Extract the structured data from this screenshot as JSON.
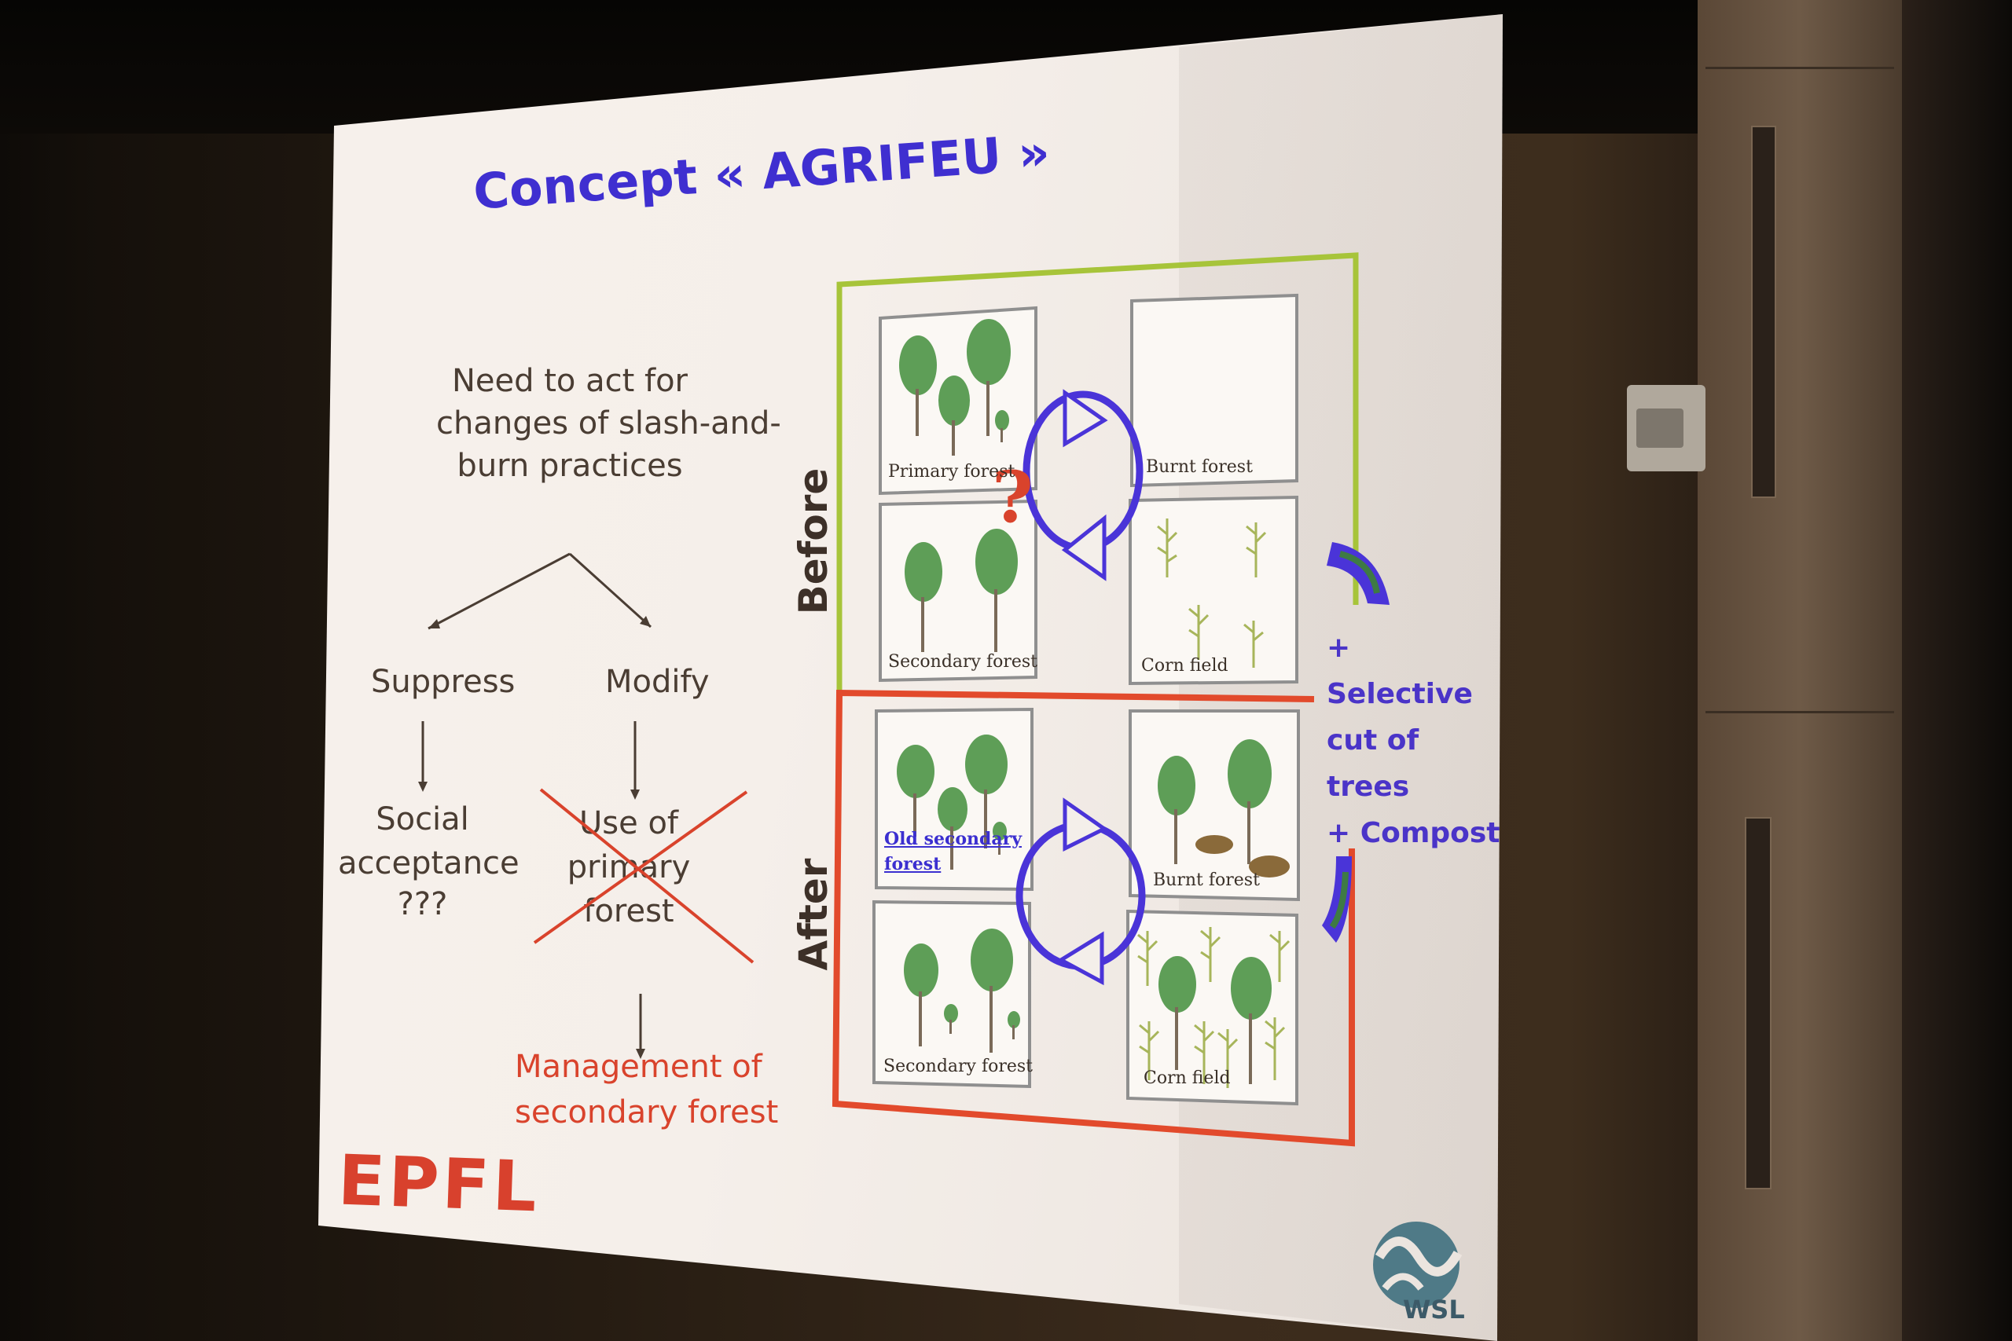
{
  "slide": {
    "title": "Concept « AGRIFEU »",
    "need_text": [
      "Need to act for",
      "changes of slash-and-",
      "burn practices"
    ],
    "branch_left": "Suppress",
    "branch_right": "Modify",
    "social": [
      "Social",
      "acceptance",
      "???"
    ],
    "use_primary": [
      "Use of",
      "primary",
      "forest"
    ],
    "management": [
      "Management of",
      "secondary forest"
    ],
    "label_before": "Before",
    "label_after": "After",
    "question_mark": "?",
    "before_cells": {
      "primary_forest": "Primary forest",
      "burnt_forest": "Burnt forest",
      "secondary_forest": "Secondary forest",
      "corn_field": "Corn field"
    },
    "after_cells": {
      "old_secondary_forest": [
        "Old secondary",
        "forest"
      ],
      "burnt_forest": "Burnt forest",
      "secondary_forest": "Secondary forest",
      "corn_field": "Corn field"
    },
    "side_text": [
      "+",
      "Selective",
      "cut of",
      "trees",
      "+ Compost"
    ],
    "logo_epfl": "EPFL",
    "logo_wsl": "WSL",
    "colors": {
      "title_blue": "#3f2fd0",
      "accent_red": "#d9432c",
      "frame_green": "#a7c43a",
      "frame_red": "#e24a2c",
      "tree_green": "#5e9e57"
    }
  }
}
